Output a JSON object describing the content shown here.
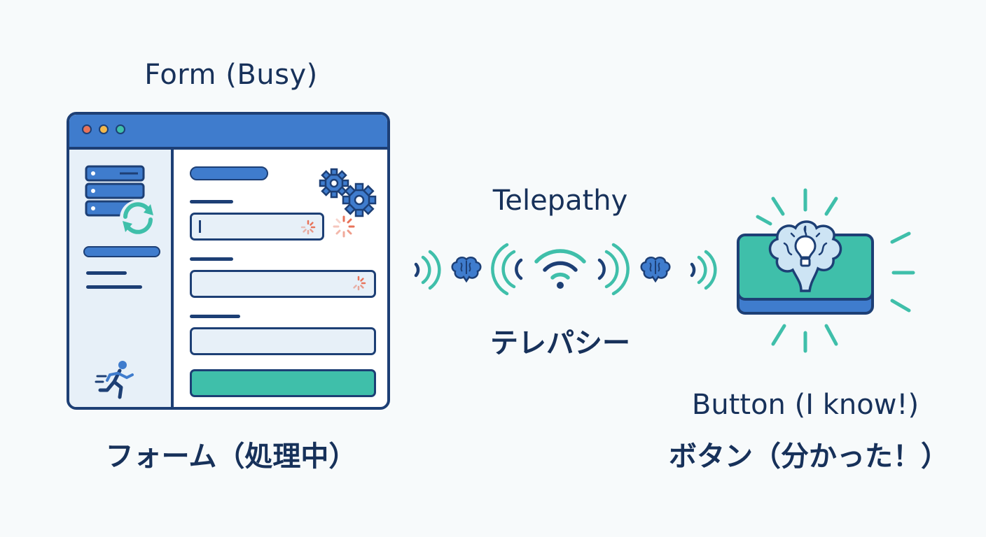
{
  "form": {
    "title": "Form (Busy)",
    "title_jp": "フォーム（処理中）"
  },
  "telepathy": {
    "title": "Telepathy",
    "title_jp": "テレパシー"
  },
  "button": {
    "title": "Button (I know!)",
    "title_jp": "ボタン（分かった！）"
  },
  "colors": {
    "navy": "#1d3f75",
    "blue": "#3f7ccd",
    "teal": "#3fbfaa",
    "light": "#e7f0f8",
    "spinner": "#e8735a"
  },
  "icons": [
    "server-icon",
    "sync-icon",
    "gear-icon",
    "spinner-icon",
    "running-person-icon",
    "radio-wave-icon",
    "brain-icon",
    "wifi-icon",
    "lightbulb-brain-icon",
    "glow-rays-icon"
  ]
}
